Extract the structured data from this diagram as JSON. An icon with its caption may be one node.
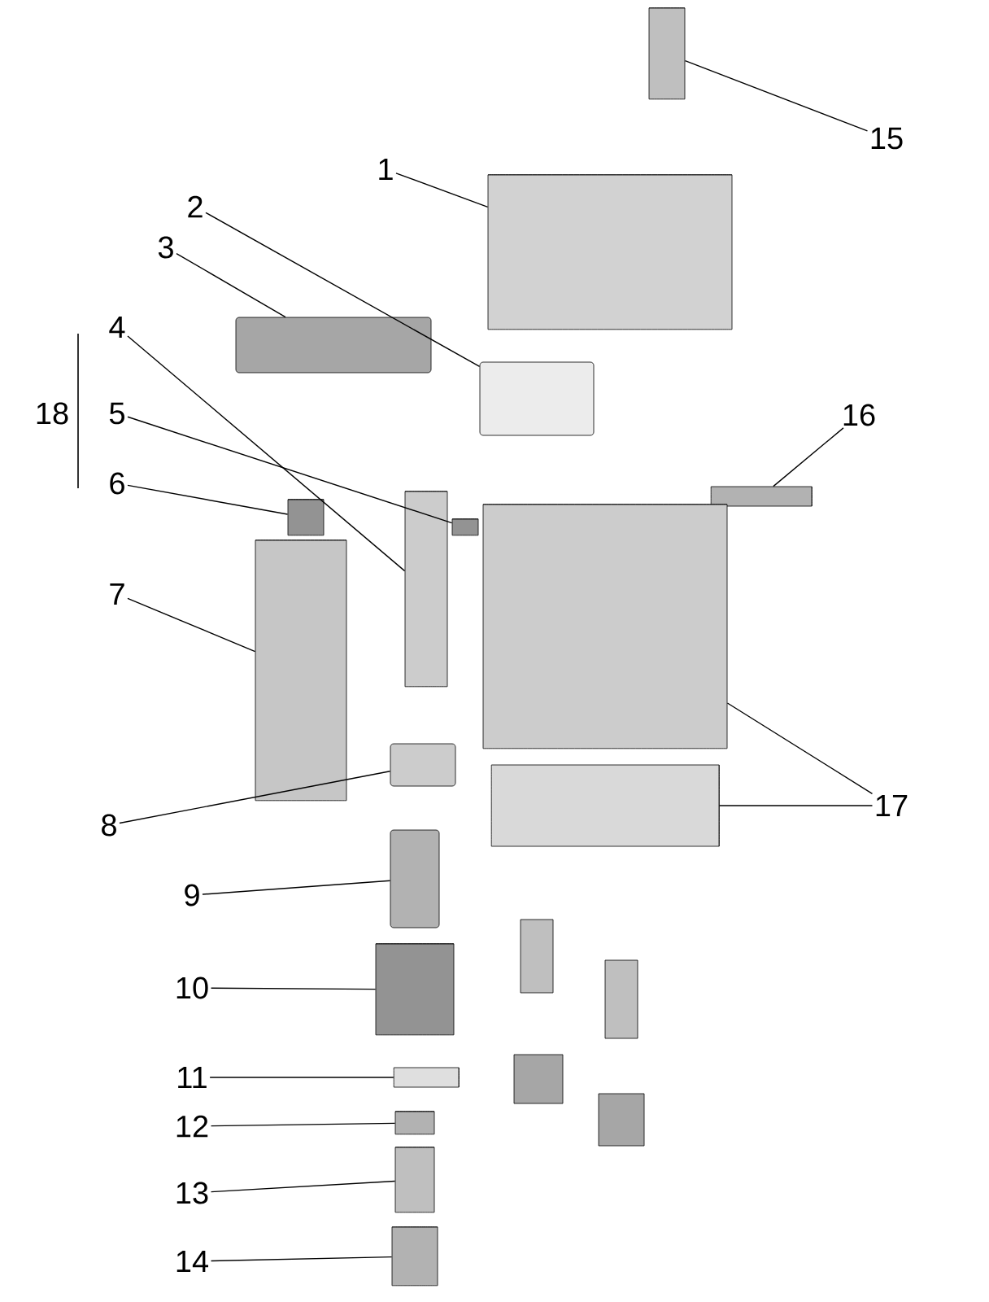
{
  "diagram": {
    "nodes": [
      {
        "text": [
          "1"
        ]
      },
      {
        "text": [
          "2"
        ]
      },
      {
        "text": [
          "3"
        ]
      },
      {
        "text": [
          "4"
        ]
      },
      {
        "text": [
          "5"
        ]
      },
      {
        "text": [
          "6"
        ]
      },
      {
        "text": [
          "7"
        ]
      },
      {
        "text": [
          "8"
        ]
      },
      {
        "text": [
          "9"
        ]
      },
      {
        "text": [
          "10"
        ]
      },
      {
        "text": [
          "11"
        ]
      },
      {
        "text": [
          "12"
        ]
      },
      {
        "text": [
          "13"
        ]
      },
      {
        "text": [
          "14"
        ]
      },
      {
        "text": [
          "15"
        ]
      },
      {
        "text": [
          "16"
        ]
      },
      {
        "text": [
          "17"
        ]
      },
      {
        "text": [],
        "shape": "cylinder"
      },
      {
        "text": [],
        "shape": "box"
      },
      {
        "text": [],
        "shape": "box"
      },
      {
        "text": [],
        "shape": "cylinder"
      },
      {
        "text": [],
        "shape": "cylinder"
      },
      {
        "text": [],
        "shape": "cylinder"
      },
      {
        "text": [],
        "shape": "cylinder"
      },
      {
        "text": [],
        "shape": "box"
      },
      {
        "text": [],
        "shape": "box"
      },
      {
        "text": [],
        "shape": "cylinder"
      },
      {
        "text": [],
        "shape": "cylinder"
      },
      {
        "text": [],
        "shape": "cylinder"
      },
      {
        "text": [],
        "shape": "cylinder"
      },
      {
        "text": [],
        "shape": "cylinder"
      },
      {
        "text": [],
        "shape": "cylinder"
      },
      {
        "text": [],
        "shape": "cylinder"
      },
      {
        "text": [],
        "shape": "cylinder"
      },
      {
        "text": [],
        "shape": "cylinder"
      }
    ],
    "edges": [
      {
        "from": 0,
        "to": 17,
        "arrow": "none"
      },
      {
        "from": 1,
        "to": 18,
        "arrow": "none"
      },
      {
        "from": 2,
        "to": 19,
        "arrow": "none"
      },
      {
        "from": 3,
        "to": 20,
        "arrow": "none"
      },
      {
        "from": 4,
        "to": 21,
        "arrow": "none"
      },
      {
        "from": 5,
        "to": 22,
        "arrow": "none"
      },
      {
        "from": 6,
        "to": 23,
        "arrow": "none"
      },
      {
        "from": 7,
        "to": 24,
        "arrow": "none"
      },
      {
        "from": 8,
        "to": 25,
        "arrow": "none"
      },
      {
        "from": 9,
        "to": 26,
        "arrow": "none"
      },
      {
        "from": 10,
        "to": 27,
        "arrow": "none"
      },
      {
        "from": 11,
        "to": 28,
        "arrow": "none"
      },
      {
        "from": 12,
        "to": 29,
        "arrow": "none"
      },
      {
        "from": 13,
        "to": 30,
        "arrow": "none"
      },
      {
        "from": 14,
        "to": 31,
        "arrow": "none"
      },
      {
        "from": 15,
        "to": 32,
        "arrow": "none"
      },
      {
        "from": 16,
        "to": 33,
        "arrow": "none"
      },
      {
        "from": 16,
        "to": 34,
        "arrow": "none"
      }
    ],
    "labels": [
      "18"
    ]
  }
}
